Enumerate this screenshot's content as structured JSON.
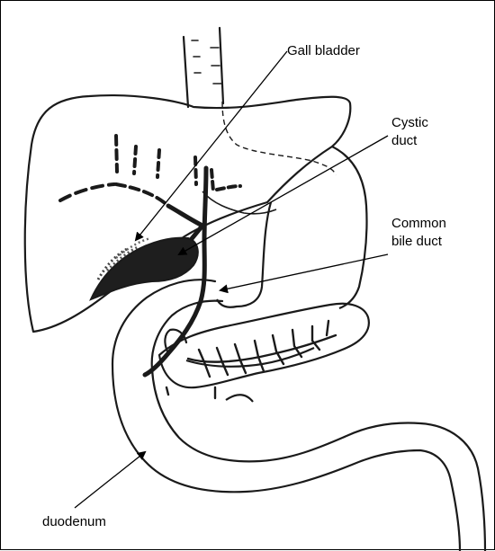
{
  "labels": {
    "gall_bladder": "Gall bladder",
    "cystic_duct_line1": "Cystic",
    "cystic_duct_line2": "duct",
    "common_bile_duct_line1": "Common",
    "common_bile_duct_line2": "bile duct",
    "duodenum": "duodenum"
  },
  "colors": {
    "ink": "#1a1a1a",
    "background": "#ffffff",
    "frame": "#000000"
  }
}
